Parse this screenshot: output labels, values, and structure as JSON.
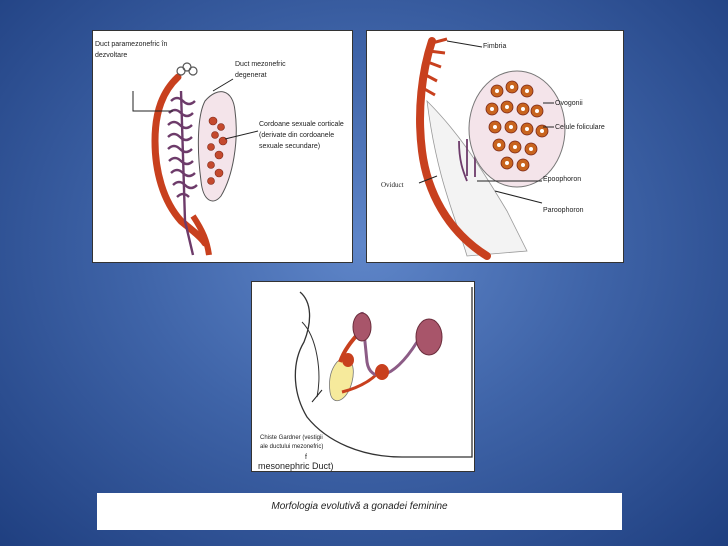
{
  "left_panel": {
    "labels": {
      "paramesonephric_duct": "Duct paramezonefric în dezvoltare",
      "mesonephric_duct": "Duct mezonefric degenerat",
      "cortical_cords": "Cordoane sexuale corticale (derivate din cordoanele sexuale secundare)"
    }
  },
  "right_panel": {
    "labels": {
      "fimbria": "Fimbria",
      "oogonia": "Ovogonii",
      "follicular_cells": "Celule foliculare",
      "epoophoron": "Epoophoron",
      "paroophoron": "Paroophoron",
      "oviduct": "Oviduct"
    }
  },
  "bottom_panel": {
    "labels": {
      "gartner_cyst": "Chiste Gardner (vestigii ale ductului mezonefric)",
      "f_mark": "f",
      "cut_text": "mesonephric Duct)"
    }
  },
  "caption": "Morfologia evolutivă a gonadei feminine"
}
